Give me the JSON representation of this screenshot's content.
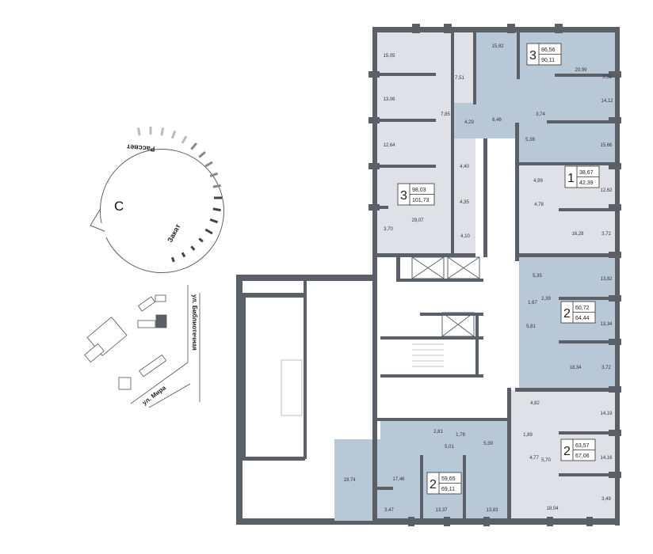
{
  "colors": {
    "wall": "#5b6068",
    "grey_apartment": "#dfe1e6",
    "blue_apartment": "#b9c8d6"
  },
  "compass": {
    "north": "С",
    "sunrise": "Рассвет",
    "sunset": "Закат"
  },
  "streets": {
    "street1": "ул. Библиотечная",
    "street2": "ул. Мира"
  },
  "apartments": [
    {
      "rooms": "3",
      "living_area": "86,56",
      "total_area": "90,11"
    },
    {
      "rooms": "3",
      "living_area": "98,03",
      "total_area": "101,73"
    },
    {
      "rooms": "1",
      "living_area": "38,67",
      "total_area": "42,39"
    },
    {
      "rooms": "2",
      "living_area": "60,72",
      "total_area": "64,44"
    },
    {
      "rooms": "2",
      "living_area": "63,57",
      "total_area": "67,06"
    },
    {
      "rooms": "2",
      "living_area": "59,65",
      "total_area": "69,11"
    }
  ],
  "rooms": [
    "15,05",
    "15,92",
    "7,51",
    "20,99",
    "3,55",
    "13,06",
    "7,85",
    "14,12",
    "4,29",
    "6,46",
    "3,74",
    "12,64",
    "5,38",
    "15,66",
    "4,40",
    "4,99",
    "12,62",
    "4,35",
    "4,78",
    "29,07",
    "3,70",
    "16,28",
    "3,72",
    "4,10",
    "5,35",
    "13,82",
    "2,39",
    "1,67",
    "13,34",
    "5,81",
    "18,34",
    "3,72",
    "4,82",
    "14,19",
    "2,81",
    "1,78",
    "1,89",
    "5,01",
    "5,39",
    "5,70",
    "4,77",
    "14,16",
    "19,74",
    "17,46",
    "3,47",
    "13,37",
    "13,83",
    "18,04",
    "3,49"
  ]
}
